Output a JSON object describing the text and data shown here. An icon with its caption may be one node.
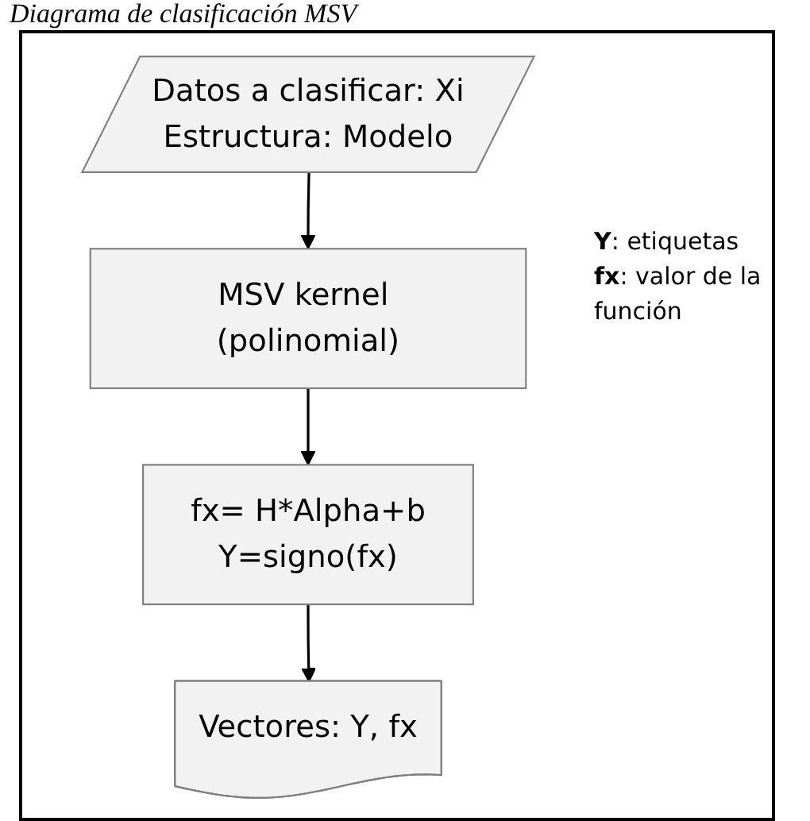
{
  "diagram": {
    "title": "Diagrama de clasificación MSV",
    "nodes": [
      {
        "text": [
          "Datos a clasificar: Xi",
          "Estructura: Modelo"
        ]
      },
      {
        "text": [
          "MSV kernel (polinomial)"
        ]
      },
      {
        "text": [
          "fx= H*Alpha+b",
          "Y=signo(fx)"
        ]
      },
      {
        "text": [
          "Vectores: Y, fx"
        ]
      }
    ],
    "edges": [
      {
        "from": 0,
        "to": 1,
        "arrow": "to"
      },
      {
        "from": 1,
        "to": 2,
        "arrow": "to"
      },
      {
        "from": 2,
        "to": 3,
        "arrow": "to"
      }
    ],
    "labels": [
      "**Y**: etiquetas",
      "**fx**: valor de la función"
    ]
  }
}
